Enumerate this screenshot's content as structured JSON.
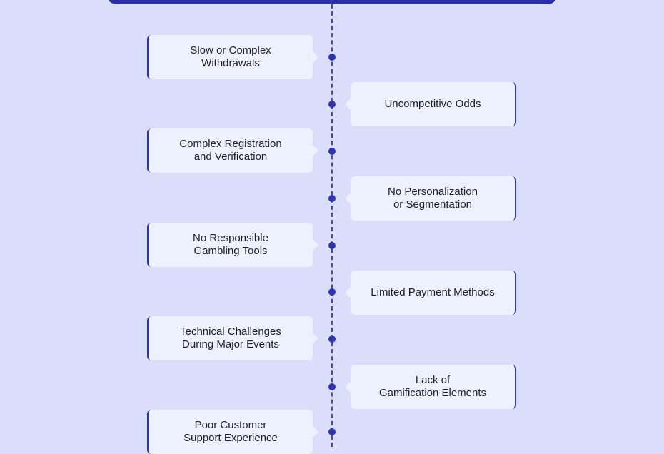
{
  "items": [
    {
      "label": "Slow or Complex\nWithdrawals"
    },
    {
      "label": "Uncompetitive Odds"
    },
    {
      "label": "Complex Registration\nand Verification"
    },
    {
      "label": "No Personalization\nor Segmentation"
    },
    {
      "label": "No Responsible\nGambling Tools"
    },
    {
      "label": "Limited Payment Methods"
    },
    {
      "label": "Technical Challenges\nDuring Major Events"
    },
    {
      "label": "Lack of\nGamification Elements"
    },
    {
      "label": "Poor Customer\nSupport Experience"
    }
  ],
  "colors": {
    "background": "#dadefb",
    "card": "#edf0fd",
    "accent": "#2f33b8",
    "header": "#2a2ea8"
  }
}
